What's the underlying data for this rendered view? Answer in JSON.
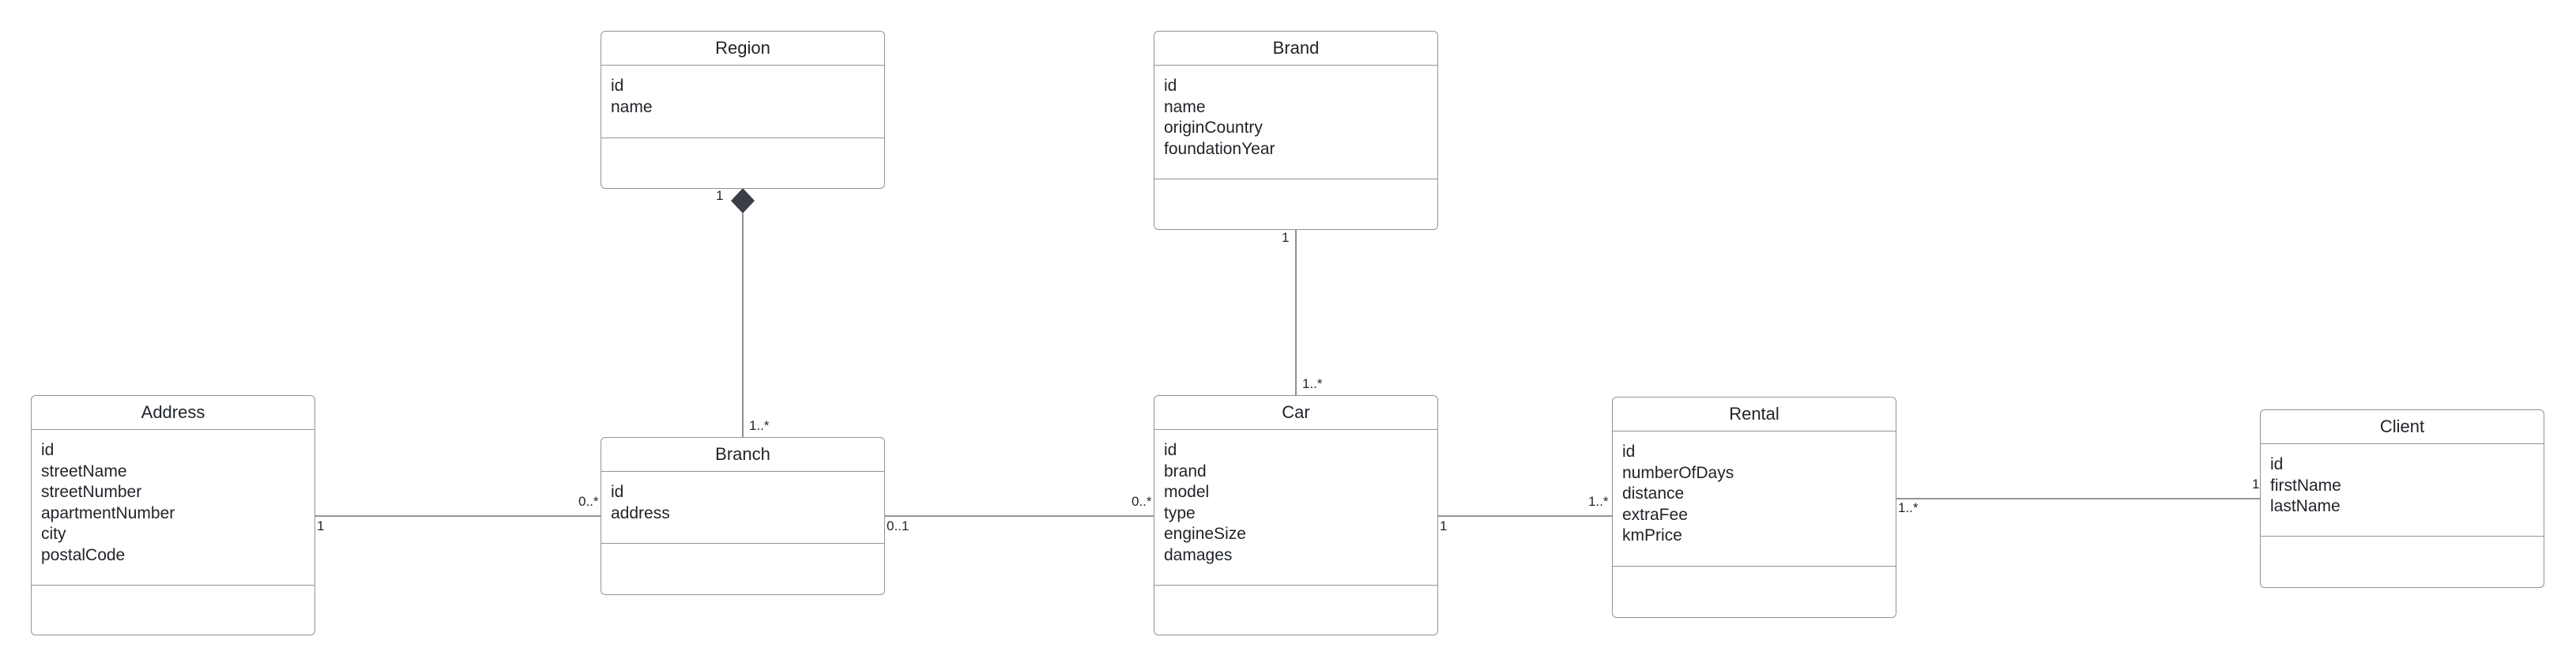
{
  "classes": {
    "region": {
      "name": "Region",
      "attributes": [
        "id",
        "name"
      ]
    },
    "brand": {
      "name": "Brand",
      "attributes": [
        "id",
        "name",
        "originCountry",
        "foundationYear"
      ]
    },
    "address": {
      "name": "Address",
      "attributes": [
        "id",
        "streetName",
        "streetNumber",
        "apartmentNumber",
        "city",
        "postalCode"
      ]
    },
    "branch": {
      "name": "Branch",
      "attributes": [
        "id",
        "address"
      ]
    },
    "car": {
      "name": "Car",
      "attributes": [
        "id",
        "brand",
        "model",
        "type",
        "engineSize",
        "damages"
      ]
    },
    "rental": {
      "name": "Rental",
      "attributes": [
        "id",
        "numberOfDays",
        "distance",
        "extraFee",
        "kmPrice"
      ]
    },
    "client": {
      "name": "Client",
      "attributes": [
        "id",
        "firstName",
        "lastName"
      ]
    }
  },
  "associations": [
    {
      "from": "region",
      "to": "branch",
      "type": "composition",
      "from_mult": "1",
      "to_mult": "1..*"
    },
    {
      "from": "brand",
      "to": "car",
      "type": "association",
      "from_mult": "1",
      "to_mult": "1..*"
    },
    {
      "from": "address",
      "to": "branch",
      "type": "association",
      "from_mult": "1",
      "to_mult": "0..*"
    },
    {
      "from": "branch",
      "to": "car",
      "type": "association",
      "from_mult": "0..1",
      "to_mult": "0..*"
    },
    {
      "from": "car",
      "to": "rental",
      "type": "association",
      "from_mult": "1",
      "to_mult": "1..*"
    },
    {
      "from": "rental",
      "to": "client",
      "type": "association",
      "from_mult": "1..*",
      "to_mult": "1"
    }
  ],
  "colors": {
    "border": "#8f949a",
    "line": "#6f747a",
    "diamond": "#3a3f47",
    "text": "#1f2328"
  }
}
